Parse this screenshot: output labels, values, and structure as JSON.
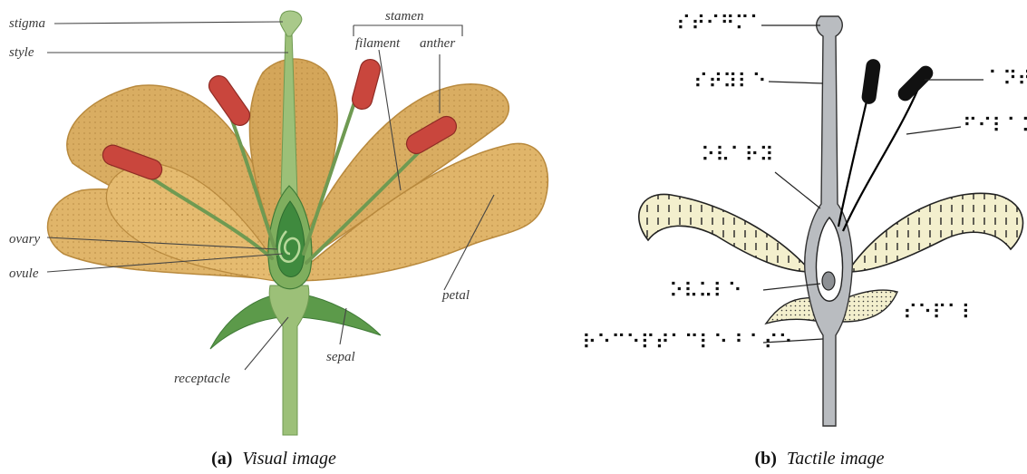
{
  "panel_a": {
    "labels": {
      "stigma": "stigma",
      "style": "style",
      "stamen": "stamen",
      "filament": "filament",
      "anther": "anther",
      "ovary": "ovary",
      "ovule": "ovule",
      "petal": "petal",
      "sepal": "sepal",
      "receptacle": "receptacle"
    },
    "caption_letter": "(a)",
    "caption_text": "Visual image"
  },
  "panel_b": {
    "braille_labels": {
      "stigma": "⠎⠞⠊⠛⠍⠁",
      "style": "⠎⠞⠽⠇⠑",
      "anther": "⠁⠝⠞",
      "filament": "⠋⠊⠇⠁⠍",
      "ovary": "⠕⠧⠁⠗⠽",
      "ovule": "⠕⠧⠥⠇⠑",
      "sepal": "⠎⠑⠏⠁⠇",
      "receptacle": "⠗⠑⠉⠑⠏⠞⠁⠉⠇⠑ ⠃⠁⠎⠑"
    },
    "caption_letter": "(b)",
    "caption_text": "Tactile image"
  },
  "colors": {
    "petal_fill": "#d9ad62",
    "petal_edge": "#b98a3e",
    "stem_green": "#8fb56c",
    "ovary_green": "#3f8a3e",
    "anther_red": "#c9463d",
    "tactile_gray": "#b9bcc0",
    "tactile_petal": "#f3efcd"
  }
}
